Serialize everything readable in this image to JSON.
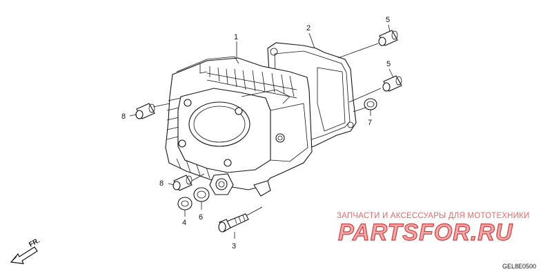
{
  "callouts": {
    "part_1": "1",
    "part_2": "2",
    "part_3": "3",
    "part_4": "4",
    "part_5_top": "5",
    "part_5_mid": "5",
    "part_6": "6",
    "part_7": "7",
    "part_8_upper": "8",
    "part_8_lower": "8"
  },
  "direction_label": "FR.",
  "diagram_code": "GEL8E0500",
  "watermark": {
    "tagline": "ЗАПЧАСТИ И АКСЕССУАРЫ ДЛЯ МОТОТЕХНИКИ",
    "brand": "PARTSFOR.RU"
  },
  "colors": {
    "line": "#111111",
    "watermark_fill": "#f2a8a8",
    "watermark_stroke": "#c84040",
    "watermark_text": "#e06a6a"
  }
}
